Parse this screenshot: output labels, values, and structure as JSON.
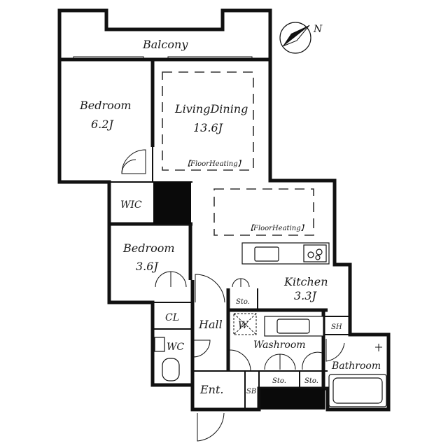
{
  "compass": {
    "label": "N",
    "icon": "north-arrow-icon"
  },
  "rooms": {
    "balcony": "Balcony",
    "bedroom1": {
      "name": "Bedroom",
      "size": "6.2J"
    },
    "living": {
      "name": "LivingDining",
      "size": "13.6J",
      "note": "【FloorHeating】"
    },
    "dining_note": "【FloorHeating】",
    "wic": "WIC",
    "bedroom2": {
      "name": "Bedroom",
      "size": "3.6J"
    },
    "kitchen": {
      "name": "Kitchen",
      "size": "3.3J"
    },
    "sto1": "Sto.",
    "cl": "CL",
    "hall": "Hall",
    "w": "W",
    "sh": "SH",
    "wc": "WC",
    "washroom": "Washroom",
    "bathroom": "Bathroom",
    "sto2": "Sto.",
    "sto3": "Sto.",
    "ent": "Ent.",
    "sb": "SB"
  }
}
